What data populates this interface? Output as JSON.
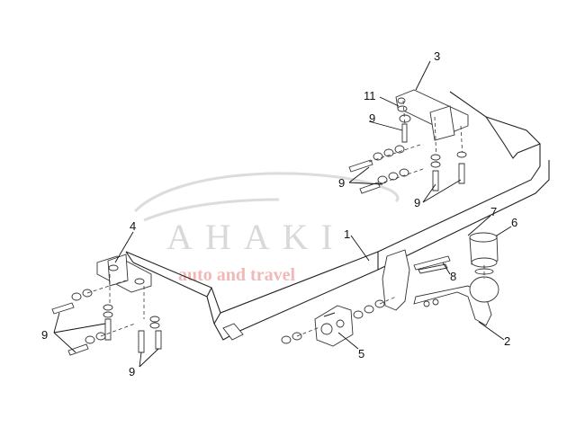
{
  "watermark": {
    "brand": "AHAKI",
    "tagline": "auto and travel",
    "logo_icon": "car-silhouette-icon",
    "brand_color": "#d9d9d9",
    "tagline_color": "#f2b8b8"
  },
  "diagram": {
    "part_labels": {
      "bar": "1",
      "ball": "2",
      "right_bracket": "3",
      "left_bracket": "4",
      "socket_plate": "5",
      "cap": "6",
      "ring": "7",
      "bolts_main": "8",
      "bolts": "9",
      "washer": "11"
    }
  }
}
